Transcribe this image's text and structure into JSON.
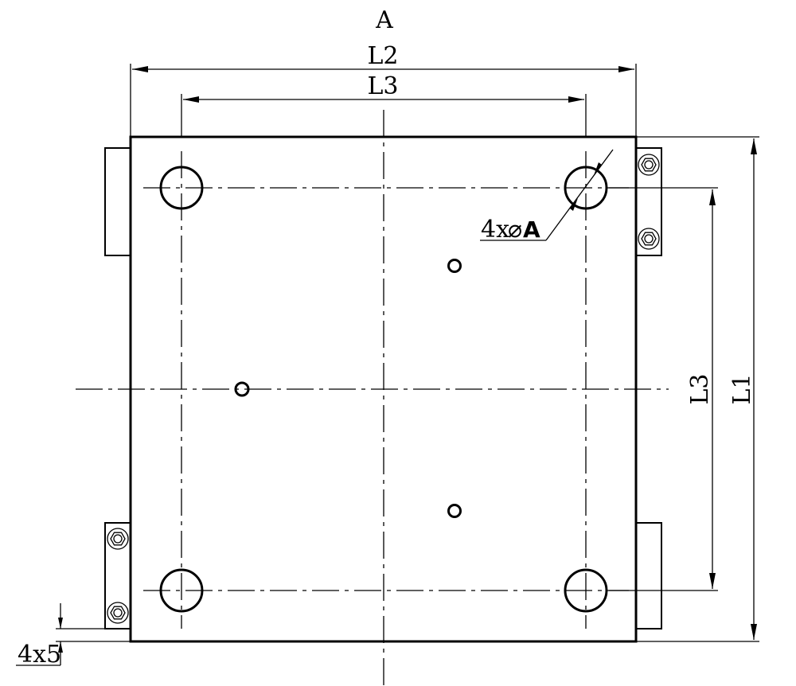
{
  "labels": {
    "top": "A",
    "l2": "L2",
    "l3_top": "L3",
    "l3_side": "L3",
    "l1": "L1",
    "hole_count": "4x",
    "hole_symbol": "⌀",
    "hole_size": "A",
    "step": "4x5"
  }
}
